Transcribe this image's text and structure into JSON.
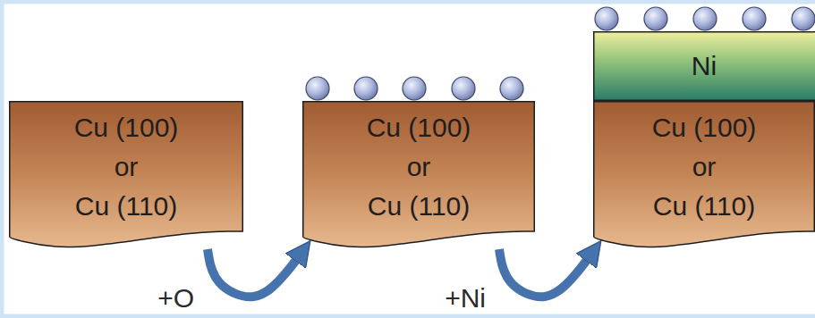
{
  "diagram": {
    "nodes": [
      {
        "text": [
          "Cu (100) or Cu (110)"
        ]
      },
      {
        "text": [
          "Cu (100) or Cu (110)"
        ]
      },
      {
        "text": [
          "Ni"
        ]
      },
      {
        "text": [
          "Cu (100) or Cu (110)"
        ]
      }
    ],
    "edges": [
      {
        "from": 0,
        "to": 1,
        "arrow": "to",
        "label": "+O"
      },
      {
        "from": 1,
        "to": 3,
        "arrow": "to",
        "label": "+Ni"
      }
    ]
  }
}
